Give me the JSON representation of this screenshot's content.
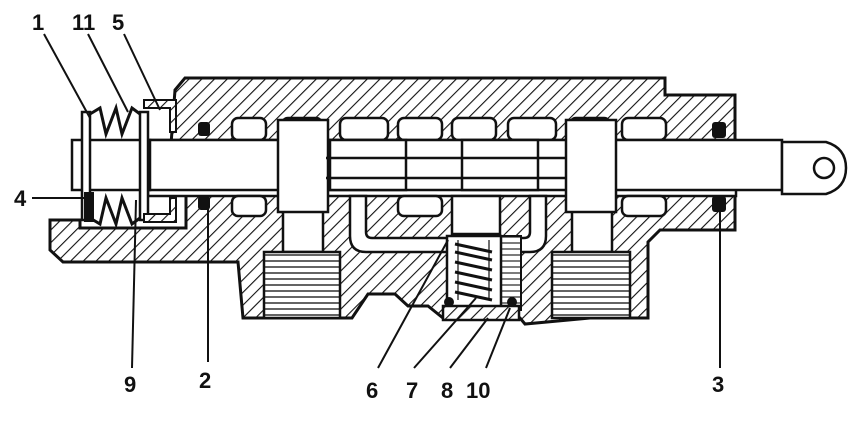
{
  "callouts": [
    {
      "id": "c1",
      "label": "1"
    },
    {
      "id": "c11",
      "label": "11"
    },
    {
      "id": "c5",
      "label": "5"
    },
    {
      "id": "c4",
      "label": "4"
    },
    {
      "id": "c9",
      "label": "9"
    },
    {
      "id": "c2",
      "label": "2"
    },
    {
      "id": "c6",
      "label": "6"
    },
    {
      "id": "c7",
      "label": "7"
    },
    {
      "id": "c8",
      "label": "8"
    },
    {
      "id": "c10",
      "label": "10"
    },
    {
      "id": "c3",
      "label": "3"
    }
  ],
  "colors": {
    "ink": "#111111",
    "paper": "#ffffff"
  }
}
